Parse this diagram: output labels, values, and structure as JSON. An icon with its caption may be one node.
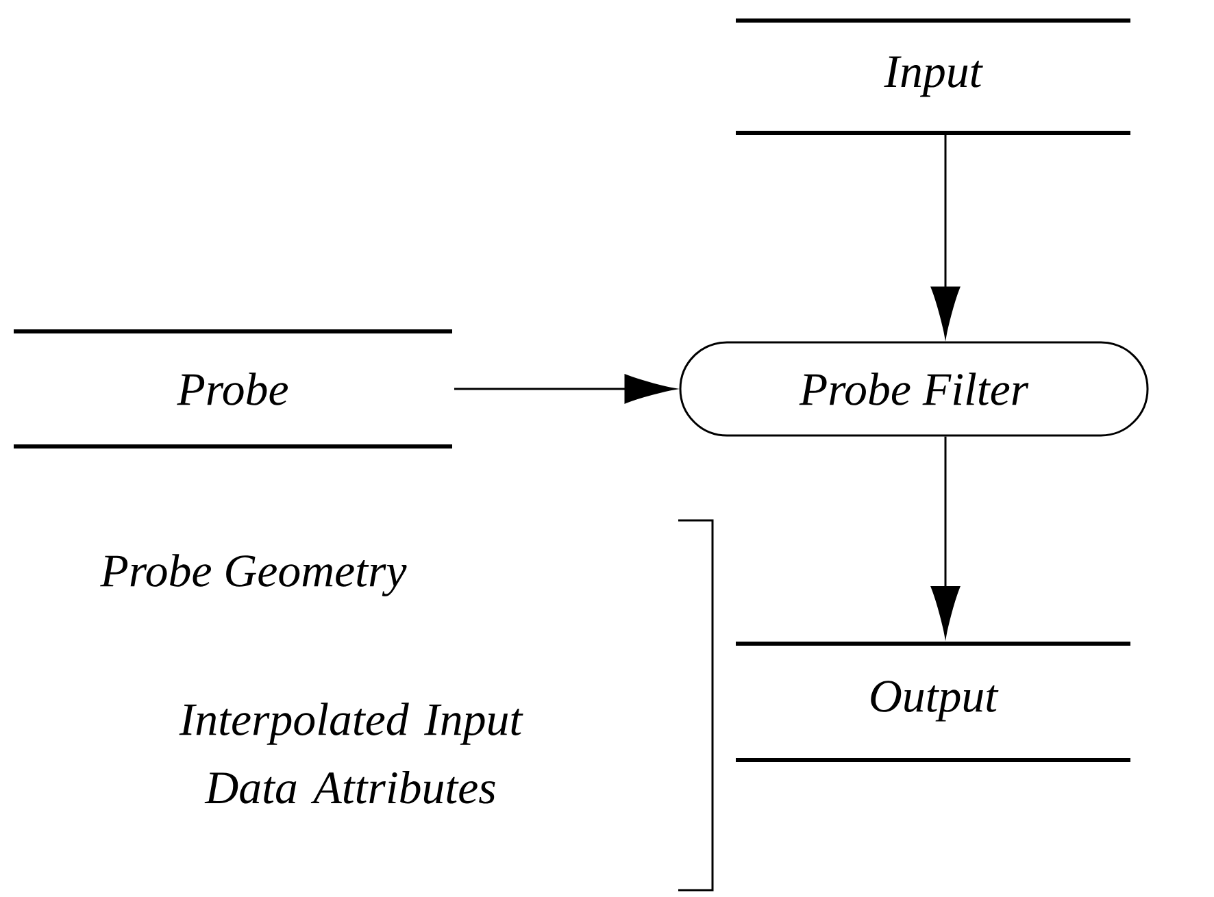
{
  "diagram": {
    "nodes": [
      {
        "text": [
          "Input"
        ]
      },
      {
        "text": [
          "Probe"
        ]
      },
      {
        "text": [
          "Probe Filter"
        ]
      },
      {
        "text": [
          "Output"
        ]
      }
    ],
    "edges": [
      {
        "from": 0,
        "to": 2,
        "arrow": "to"
      },
      {
        "from": 1,
        "to": 2,
        "arrow": "to"
      },
      {
        "from": 2,
        "to": 3,
        "arrow": "to"
      }
    ],
    "labels": [
      "Probe Geometry",
      "Interpolated Input Data Attributes"
    ]
  }
}
